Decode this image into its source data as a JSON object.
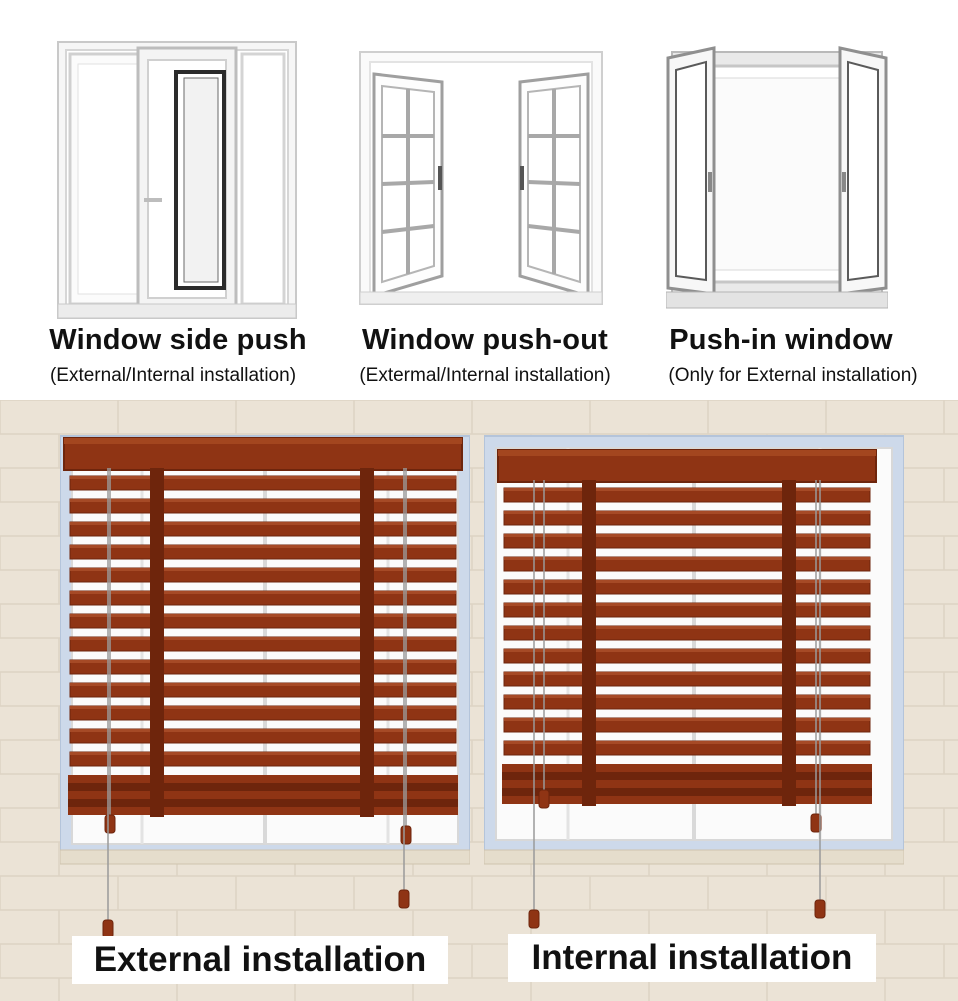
{
  "window_types": [
    {
      "title": "Window side push",
      "subtitle": "(External/Internal installation)"
    },
    {
      "title": "Window push-out",
      "subtitle": "(Extermal/Internal installation)"
    },
    {
      "title": "Push-in window",
      "subtitle": "(Only for External installation)"
    }
  ],
  "installations": [
    {
      "label": "External installation"
    },
    {
      "label": "Internal installation"
    }
  ],
  "colors": {
    "wall": "#ebe3d6",
    "wood": "#8f3414",
    "wood_dark": "#6e250c",
    "frame": "#cdd9ea",
    "window_frame": "#f4f4f4"
  }
}
